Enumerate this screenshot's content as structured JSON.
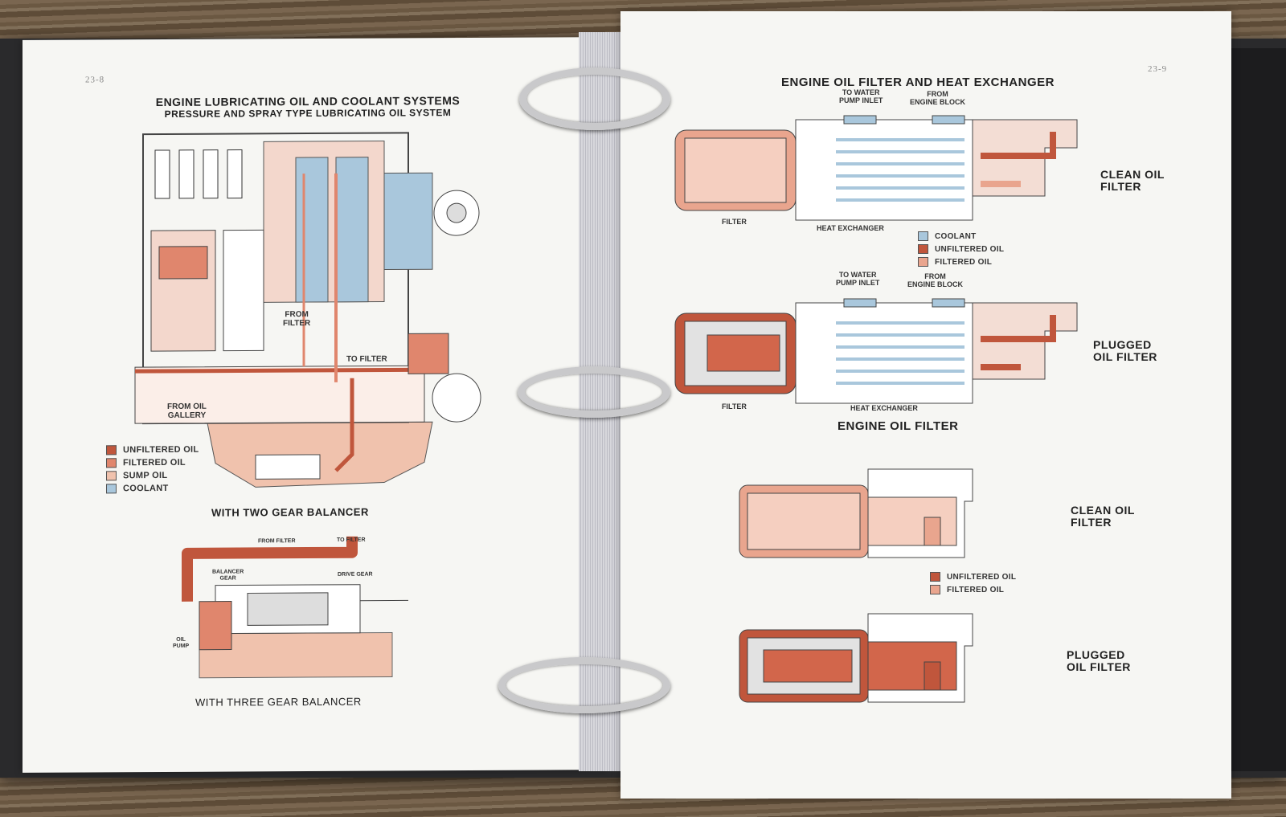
{
  "left_page": {
    "page_number": "23-8",
    "title": "ENGINE LUBRICATING OIL AND COOLANT SYSTEMS",
    "subtitle": "PRESSURE AND SPRAY TYPE LUBRICATING OIL SYSTEM",
    "engine_labels": {
      "from_filter": "FROM\nFILTER",
      "to_filter": "TO FILTER",
      "from_oil_gallery": "FROM OIL\nGALLERY"
    },
    "legend": [
      {
        "label": "UNFILTERED OIL",
        "color": "#c0563c"
      },
      {
        "label": "FILTERED OIL",
        "color": "#e0866d"
      },
      {
        "label": "SUMP OIL",
        "color": "#f0c2ad"
      },
      {
        "label": "COOLANT",
        "color": "#a9c7dc"
      }
    ],
    "caption_two_gear": "WITH TWO GEAR BALANCER",
    "balancer_labels": {
      "from_filter": "FROM FILTER",
      "to_filter": "TO FILTER",
      "balancer_gear": "BALANCER\nGEAR",
      "drive_gear": "DRIVE GEAR",
      "oil_pump": "OIL\nPUMP"
    },
    "caption_three_gear": "WITH THREE GEAR BALANCER"
  },
  "right_page": {
    "page_number": "23-9",
    "title": "ENGINE OIL FILTER AND HEAT EXCHANGER",
    "hx_labels": {
      "to_water_pump_inlet": "TO WATER\nPUMP INLET",
      "from_engine_block": "FROM\nENGINE BLOCK",
      "filter": "FILTER",
      "heat_exchanger": "HEAT EXCHANGER"
    },
    "hx_clean_caption": "CLEAN OIL\nFILTER",
    "hx_legend": [
      {
        "label": "COOLANT",
        "color": "#a9c7dc"
      },
      {
        "label": "UNFILTERED OIL",
        "color": "#c0563c"
      },
      {
        "label": "FILTERED OIL",
        "color": "#e9a58e"
      }
    ],
    "hx_plugged_caption": "PLUGGED\nOIL FILTER",
    "filter_section_title": "ENGINE OIL FILTER",
    "filter_clean_caption": "CLEAN OIL\nFILTER",
    "filter_legend": [
      {
        "label": "UNFILTERED OIL",
        "color": "#c0563c"
      },
      {
        "label": "FILTERED OIL",
        "color": "#e9a58e"
      }
    ],
    "filter_plugged_caption": "PLUGGED\nOIL FILTER"
  }
}
